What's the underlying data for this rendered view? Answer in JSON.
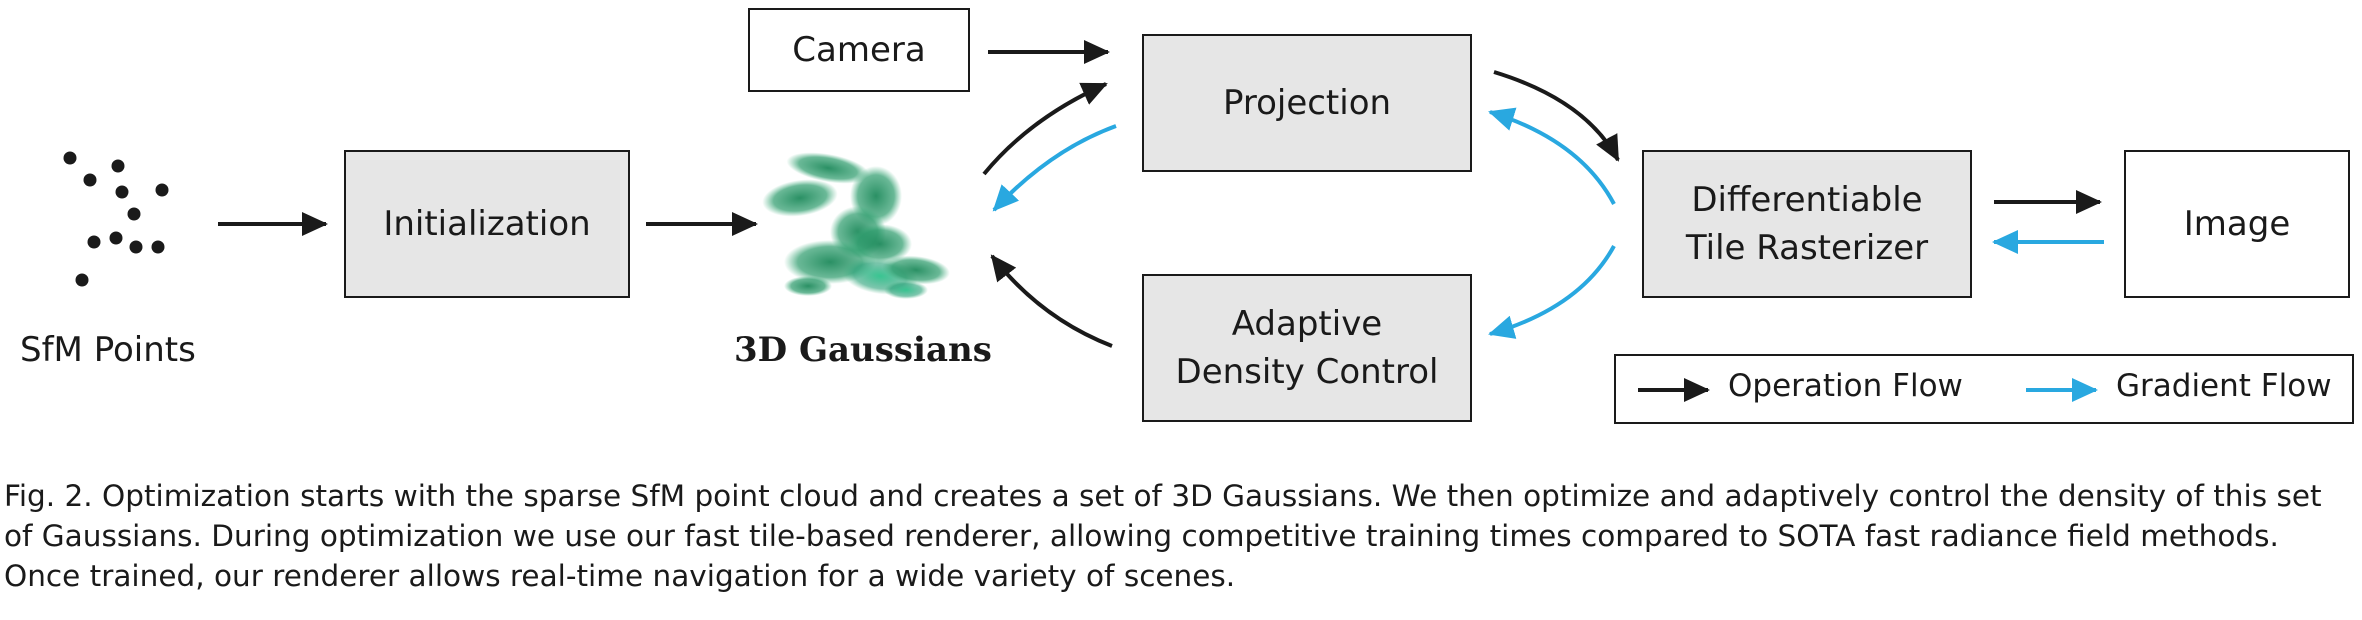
{
  "diagram": {
    "nodes": {
      "sfm_points": "SfM Points",
      "initialization": "Initialization",
      "gaussians": "3D Gaussians",
      "camera": "Camera",
      "projection": "Projection",
      "adc_line1": "Adaptive",
      "adc_line2": "Density Control",
      "rasterizer_line1": "Differentiable",
      "rasterizer_line2": "Tile Rasterizer",
      "image": "Image"
    },
    "legend": {
      "operation": "Operation Flow",
      "gradient": "Gradient Flow"
    },
    "colors": {
      "operation_arrow": "#1a1a1a",
      "gradient_arrow": "#29a8e0",
      "box_fill": "#e6e6e6",
      "gaussian_fill": "#1f8a5c"
    }
  },
  "caption": {
    "line1": "Fig. 2.  Optimization starts with the sparse SfM point cloud and creates a set of 3D Gaussians. We then optimize and adaptively control the density of this set",
    "line2": "of Gaussians. During optimization we use our fast tile-based renderer, allowing competitive training times compared to SOTA fast radiance field methods.",
    "line3": "Once trained, our renderer allows real-time navigation for a wide variety of scenes."
  }
}
